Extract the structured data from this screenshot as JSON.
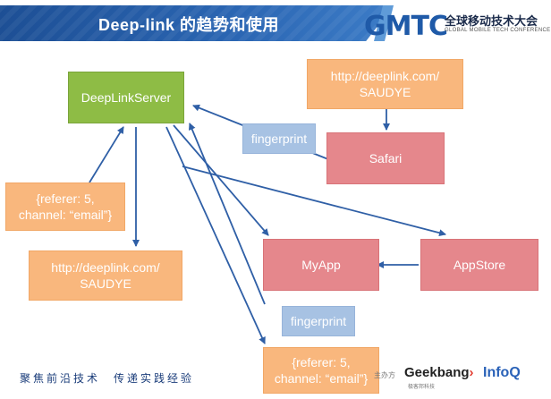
{
  "header": {
    "title": "Deep-link 的趋势和使用",
    "logo_text": "GMTC",
    "logo_cn": "全球移动技术大会",
    "logo_en": "GLOBAL MOBILE TECH CONFERENCE"
  },
  "nodes": {
    "deeplink_server": "DeepLinkServer",
    "url_top": "http://deeplink.com/\nSAUDYE",
    "safari": "Safari",
    "fingerprint_top": "fingerprint",
    "referer_left": "{referer: 5,\nchannel: “email”}",
    "url_left": "http://deeplink.com/\nSAUDYE",
    "myapp": "MyApp",
    "appstore": "AppStore",
    "fingerprint_bottom": "fingerprint",
    "referer_bottom": "{referer: 5,\nchannel: “email”}"
  },
  "footer": {
    "slogan": "聚焦前沿技术　传递实践经验",
    "organizer_label": "主办方",
    "geekbang": "Geekbang",
    "geekbang_sub": "极客邦科技",
    "infoq": "InfoQ"
  },
  "colors": {
    "header_blue": "#2b66b3",
    "arrow": "#2f5fa6",
    "green": "#8ebc45",
    "orange": "#f9b77d",
    "pink": "#e5878c",
    "blue_box": "#a7c2e3"
  }
}
